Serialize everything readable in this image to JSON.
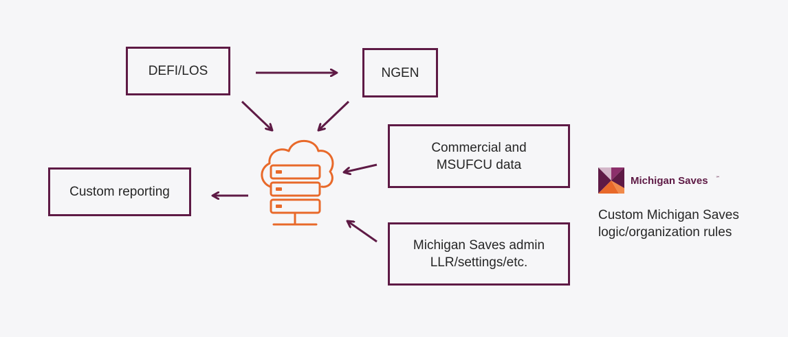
{
  "boxes": {
    "defi": "DEFI/LOS",
    "ngen": "NGEN",
    "commercial": "Commercial and\nMSUFCU data",
    "custom_reporting": "Custom reporting",
    "admin": "Michigan Saves admin\nLLR/settings/etc."
  },
  "brand": {
    "name": "Michigan Saves",
    "trademark": "℠",
    "logo_icon": "michigan-saves-logo-icon"
  },
  "rules_text": "Custom Michigan Saves\nlogic/organization rules",
  "central_icon": "cloud-server-icon",
  "colors": {
    "box_border": "#5e1a45",
    "arrow": "#5e1a45",
    "server_icon": "#e8692a",
    "background": "#f6f6f8",
    "logo_dark": "#5e1a45",
    "logo_orange": "#e8692a",
    "logo_light": "#d3b6c8"
  }
}
